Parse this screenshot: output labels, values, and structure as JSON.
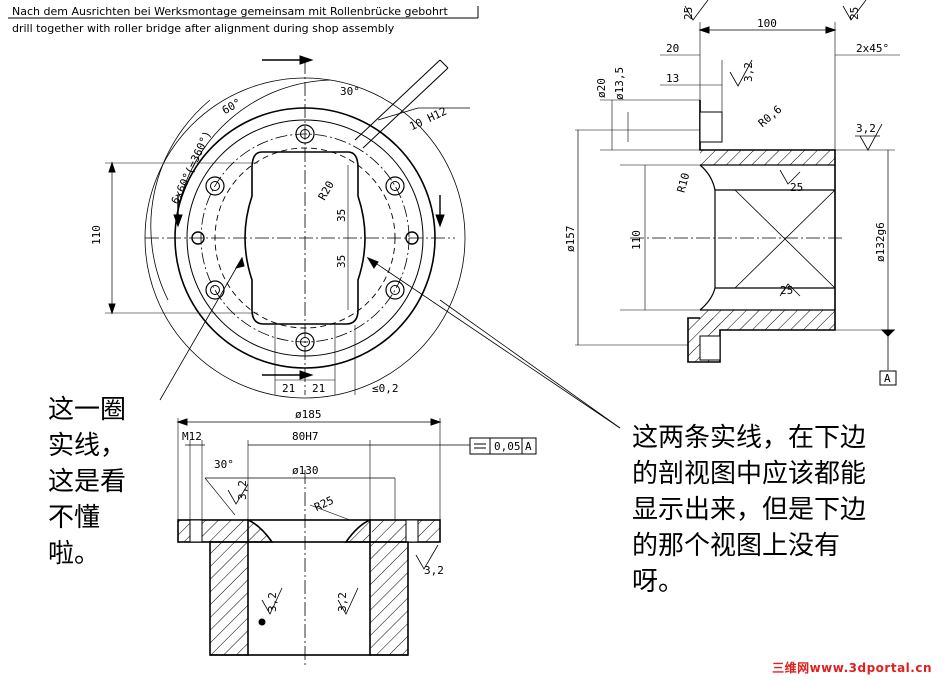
{
  "notes": {
    "german": "Nach dem Ausrichten bei Werksmontage gemeinsam mit Rollenbrücke gebohrt",
    "english": "drill together with roller bridge after alignment during shop assembly"
  },
  "annotations": {
    "left_comment": "这一圈\n实线，\n这是看\n不懂\n啦。",
    "right_comment": "这两条实线，在下边\n的剖视图中应该都能\n显示出来，但是下边\n的那个视图上没有\n呀。"
  },
  "watermark": "三维网www.3dportal.cn",
  "dims_top_view": {
    "angle_30": "30°",
    "angle_60": "60°",
    "holes": "6x60°(=360°)",
    "hole_10": "10 H12",
    "r20": "R20",
    "d35a": "35",
    "d35b": "35",
    "d110": "110",
    "d21a": "21",
    "d21b": "21",
    "tol_02": "≤0,2"
  },
  "dims_side_view": {
    "d100": "100",
    "d20": "20",
    "d13": "13",
    "d_phi20": "ø20",
    "d_phi135": "ø13,5",
    "chamfer": "2x45°",
    "r06": "R0,6",
    "r10": "R10",
    "d110": "110",
    "d157": "ø157",
    "d132": "ø132g6",
    "rough_25a": "25",
    "rough_25b": "25",
    "rough_25c": "25",
    "rough_25d": "25",
    "rough_32a": "3,2",
    "rough_32b": "3,2",
    "datum": "A"
  },
  "dims_section_view": {
    "d185": "ø185",
    "m12": "M12",
    "d80": "80H7",
    "tol_box": "0,05",
    "tol_datum": "A",
    "d130": "ø130",
    "angle_30": "30°",
    "r25": "R25",
    "rough_32a": "3,2",
    "rough_32b": "3,2",
    "rough_32c": "3,2",
    "rough_32d": "3,2"
  }
}
